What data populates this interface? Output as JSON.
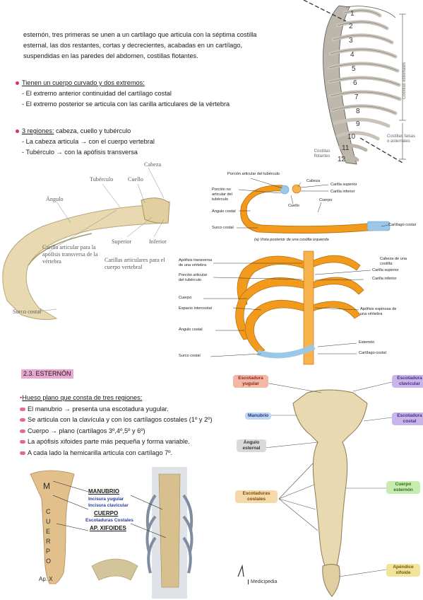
{
  "intro_text": [
    "esternón, tres primeras se unen a un cartílago que articula con la séptima costilla",
    "esternal, las dos restantes, cortas y decrecientes, acabadas en un cartílago,",
    "suspendidas en las paredes del abdomen, costillas flotantes."
  ],
  "extremes": {
    "heading": "Tienen un cuerpo curvado y dos extremos:",
    "items": [
      "- El extremo anterior continuidad del cartílago costal",
      "- El extremo posterior se articula con las carilla articulares de la vértebra"
    ]
  },
  "regions": {
    "heading_underlined": "3 regiones:",
    "heading_rest": " cabeza, cuello y tubérculo",
    "items": [
      "- La cabeza articula → con el cuerpo vertebral",
      "- Tubérculo → con la apófisis transversa"
    ]
  },
  "ribcage_labels": {
    "numbers": [
      "1",
      "2",
      "3",
      "4",
      "5",
      "6",
      "7",
      "8",
      "9",
      "10",
      "11",
      "12"
    ],
    "costillas_esternales": "Costillas esternales",
    "costillas_falsas": "Costillas falsas o asternales",
    "costillas_flotantes": "Costillas flotantes"
  },
  "rib_photo_labels": {
    "cabeza": "Cabeza",
    "tuberculo": "Tubérculo",
    "cuello": "Cuello",
    "angulo": "Ángulo",
    "carilla_apofisis": "Carilla articular para la apófisis transversa de la vértebra",
    "superior": "Superior",
    "inferior": "Inferior",
    "carillas_cuerpo": "Carillas articulares para el cuerpo vertebral",
    "surco": "Surco costal"
  },
  "rib_diagram_labels": {
    "porcion_tuberculo": "Porción articular del tubérculo",
    "cabeza": "Cabeza",
    "carilla_superior": "Carilla superior",
    "porcion_no_articular": "Porción no articular del tubérculo",
    "carilla_inferior": "Carilla inferior",
    "cuello": "Cuello",
    "cuerpo": "Cuerpo",
    "angulo_costal": "Ángulo costal",
    "cartilago_costal": "Cartílago costal",
    "surco_costal": "Surco costal",
    "caption": "(a) Vista posterior de una costilla izquierda"
  },
  "thorax_labels": {
    "apofisis_transversa": "Apófisis transversa de una vértebra",
    "porcion_articular": "Porción articular del tubérculo",
    "cuerpo": "Cuerpo",
    "espacio_intercostal": "Espacio intercostal",
    "angulo_costal": "Ángulo costal",
    "surco_costal": "Surco costal",
    "cabeza_costilla": "Cabeza de una costilla:",
    "carilla_superior": "Carilla superior",
    "carilla_inferior": "Carilla inferior",
    "apofisis_espinosa": "Apófisis espinosa de una vértebra",
    "esternon": "Esternón",
    "cartilago_costal": "Cartílago costal"
  },
  "section": {
    "title": "2.3. ESTERNÓN",
    "heading": "Hueso plano que consta de tres regiones:",
    "items": [
      "El manubrio → presenta una escotadura yugular.",
      "Se articula con la clavícula y con los cartílagos costales (1º y 2º)",
      "Cuerpo → plano (cartílagos 3º,4º,5º y 6º)",
      "La apófisis xifoides parte más pequeña y forma variable.",
      "A cada lado la hemicarilla articula con cartílago 7º."
    ]
  },
  "sternum_photo": {
    "letters": [
      "M",
      "C",
      "U",
      "E",
      "R",
      "P",
      "O",
      "Ap. X"
    ],
    "manubrio": "MANUBRIO",
    "incisura_yugular": "Incisura yugular",
    "incisura_clavicular": "Incisura clavicular",
    "cuerpo": "CUERPO",
    "escotaduras_costales": "Escotaduras Costales",
    "ap_xifoides": "AP. XIFOIDES"
  },
  "sternum_diagram": {
    "escotadura_yugular": "Escotadura yugular",
    "escotadura_clavicular": "Escotadura clavicular",
    "manubrio": "Manubrio",
    "escotadura_costal": "Escotadura costal",
    "angulo_esternal": "Ángulo esternal",
    "escotaduras_costales": "Escotaduras costales",
    "cuerpo_esternon": "Cuerpo esternón",
    "apendice_xifoide": "Apéndice xifoide",
    "watermark": "Medicipedia"
  },
  "colors": {
    "bullet": "#d6336c",
    "section_bg": "#e8a7cf",
    "bone": "#e8d9b0",
    "rib_orange": "#f29a1c",
    "cartilage_blue": "#9cc8e8"
  }
}
